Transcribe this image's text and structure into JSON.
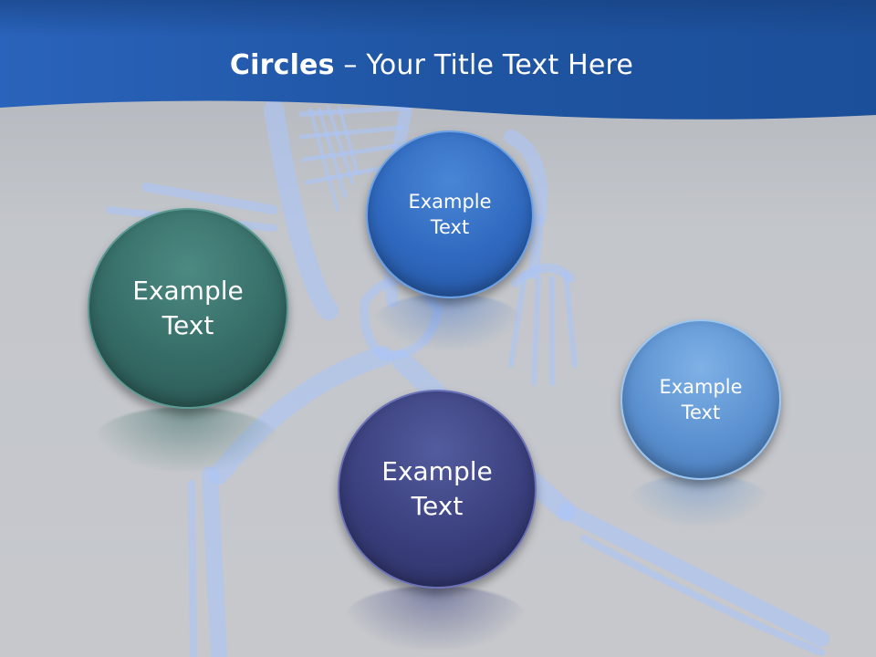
{
  "title": {
    "bold": "Circles",
    "rest": " – Your Title Text Here"
  },
  "circles": [
    {
      "text": "Example\nText"
    },
    {
      "text": "Example\nText"
    },
    {
      "text": "Example\nText"
    },
    {
      "text": "Example\nText"
    }
  ],
  "colors": {
    "header": "#1f55a3",
    "teal": "#356b66",
    "blue": "#2f69bf",
    "navy": "#3a3f7d",
    "light_blue": "#5b91d0",
    "background": "#c3c6cb"
  }
}
